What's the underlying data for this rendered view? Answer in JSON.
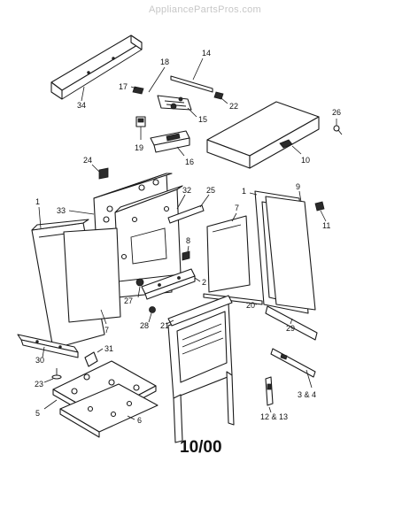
{
  "watermark": "AppliancePartsPros.com",
  "date_code": "10/00",
  "callouts": {
    "c1a": "1",
    "c1b": "1",
    "c2": "2",
    "c3_4": "3 & 4",
    "c5": "5",
    "c6": "6",
    "c7a": "7",
    "c7b": "7",
    "c8": "8",
    "c9": "9",
    "c10": "10",
    "c11": "11",
    "c12_13": "12 & 13",
    "c14": "14",
    "c15": "15",
    "c16": "16",
    "c17": "17",
    "c18": "18",
    "c19": "19",
    "c20": "20",
    "c21": "21",
    "c22": "22",
    "c23": "23",
    "c24": "24",
    "c25": "25",
    "c26": "26",
    "c27": "27",
    "c28": "28",
    "c29": "29",
    "c30": "30",
    "c31": "31",
    "c32": "32",
    "c33": "33",
    "c34": "34"
  }
}
